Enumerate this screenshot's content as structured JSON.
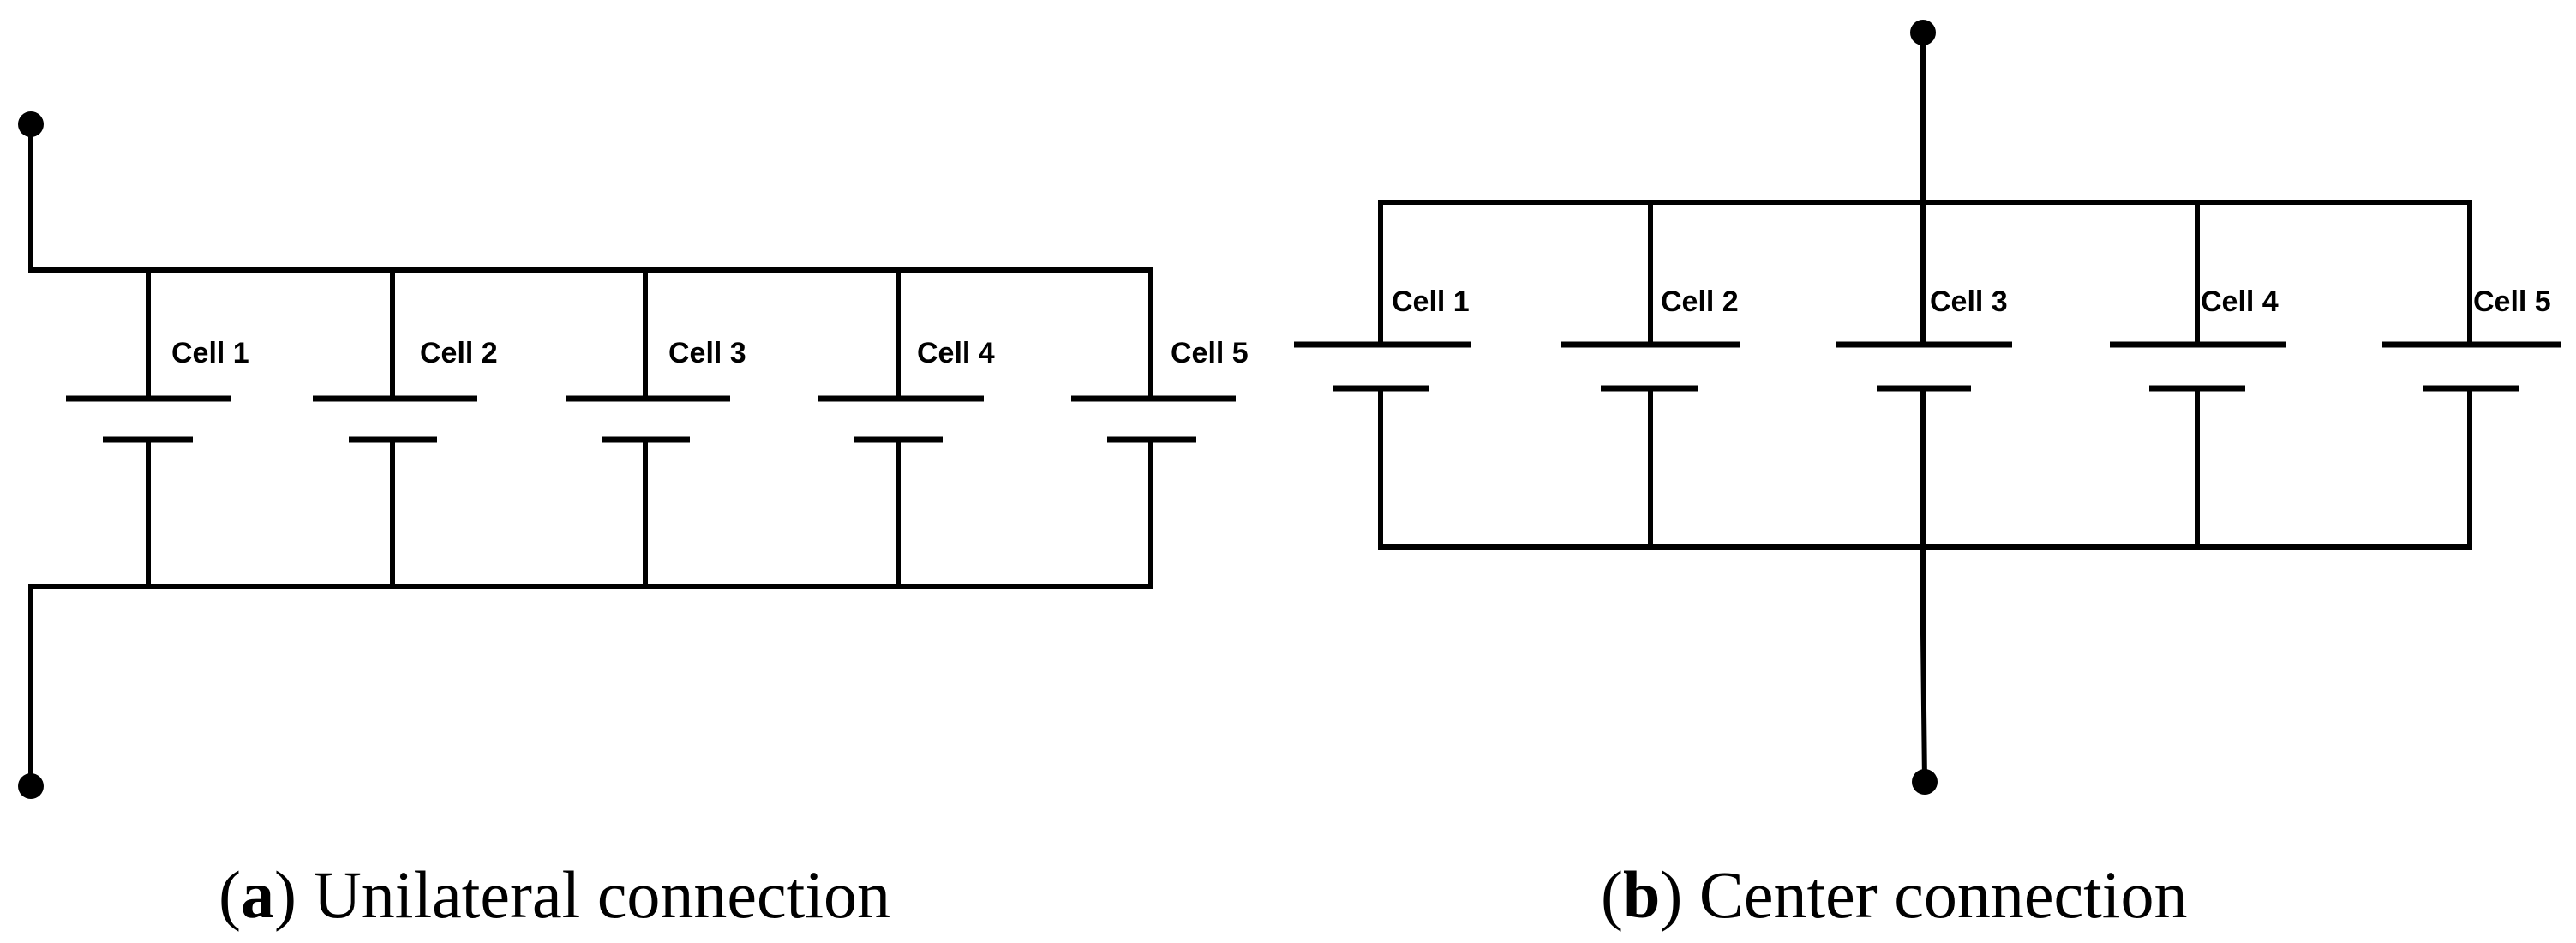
{
  "diagrams": [
    {
      "id": "a",
      "cells": [
        "Cell 1",
        "Cell 2",
        "Cell 3",
        "Cell 4",
        "Cell 5"
      ],
      "caption": {
        "open": "(",
        "letter": "a",
        "close": ")",
        "text": " Unilateral connection"
      }
    },
    {
      "id": "b",
      "cells": [
        "Cell 1",
        "Cell 2",
        "Cell 3",
        "Cell 4",
        "Cell 5"
      ],
      "caption": {
        "open": "(",
        "letter": "b",
        "close": ")",
        "text": " Center connection"
      }
    }
  ]
}
